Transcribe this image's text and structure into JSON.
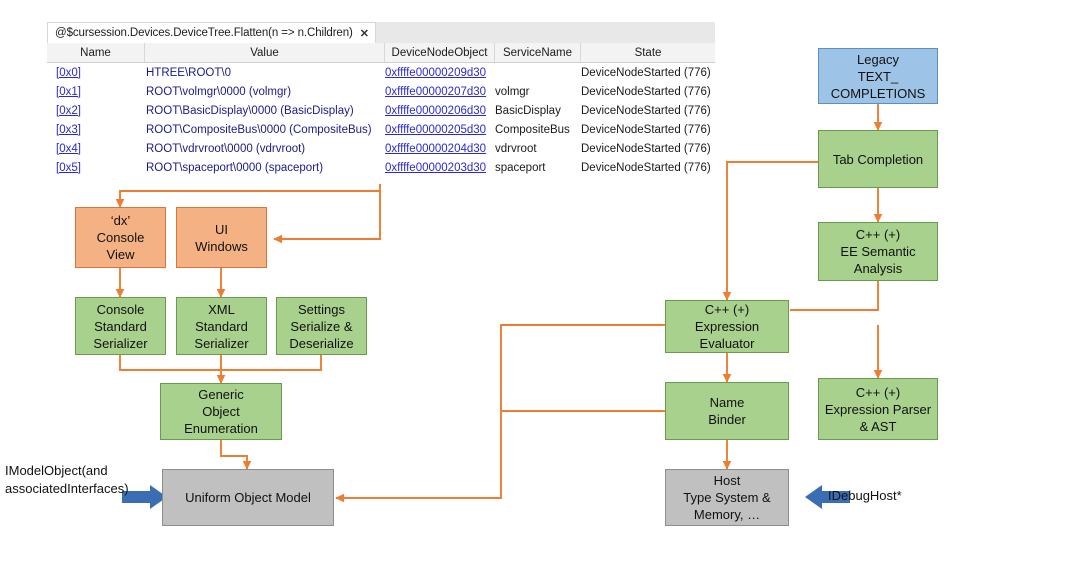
{
  "panel": {
    "tab": {
      "title": "@$cursession.Devices.DeviceTree.Flatten(n => n.Children)",
      "close": "✕"
    },
    "columns": [
      "Name",
      "Value",
      "DeviceNodeObject",
      "ServiceName",
      "State"
    ],
    "rows": [
      {
        "name": "[0x0]",
        "value": "HTREE\\ROOT\\0",
        "node": "0xffffe00000209d30",
        "service": "",
        "state": "DeviceNodeStarted (776)"
      },
      {
        "name": "[0x1]",
        "value": "ROOT\\volmgr\\0000 (volmgr)",
        "node": "0xffffe00000207d30",
        "service": "volmgr",
        "state": "DeviceNodeStarted (776)"
      },
      {
        "name": "[0x2]",
        "value": "ROOT\\BasicDisplay\\0000 (BasicDisplay)",
        "node": "0xffffe00000206d30",
        "service": "BasicDisplay",
        "state": "DeviceNodeStarted (776)"
      },
      {
        "name": "[0x3]",
        "value": "ROOT\\CompositeBus\\0000 (CompositeBus)",
        "node": "0xffffe00000205d30",
        "service": "CompositeBus",
        "state": "DeviceNodeStarted (776)"
      },
      {
        "name": "[0x4]",
        "value": "ROOT\\vdrvroot\\0000 (vdrvroot)",
        "node": "0xffffe00000204d30",
        "service": "vdrvroot",
        "state": "DeviceNodeStarted (776)"
      },
      {
        "name": "[0x5]",
        "value": "ROOT\\spaceport\\0000 (spaceport)",
        "node": "0xffffe00000203d30",
        "service": "spaceport",
        "state": "DeviceNodeStarted (776)"
      }
    ]
  },
  "diagram": {
    "boxes": {
      "dx_console_view": {
        "lines": [
          "‘dx’",
          "Console",
          "View"
        ]
      },
      "ui_windows": {
        "lines": [
          "UI",
          "Windows"
        ]
      },
      "console_serializer": {
        "lines": [
          "Console",
          "Standard",
          "Serializer"
        ]
      },
      "xml_serializer": {
        "lines": [
          "XML",
          "Standard",
          "Serializer"
        ]
      },
      "settings_serialize": {
        "lines": [
          "Settings",
          "Serialize &",
          "Deserialize"
        ]
      },
      "generic_object_enum": {
        "lines": [
          "Generic",
          "Object",
          "Enumeration"
        ]
      },
      "uniform_object_model": {
        "lines": [
          "Uniform Object Model"
        ]
      },
      "legacy_text_completions": {
        "lines": [
          "Legacy",
          "TEXT_",
          "COMPLETIONS"
        ]
      },
      "tab_completion": {
        "lines": [
          "Tab Completion"
        ]
      },
      "ee_semantic_analysis": {
        "lines": [
          "C++ (+)",
          "EE Semantic",
          "Analysis"
        ]
      },
      "expression_evaluator": {
        "lines": [
          "C++ (+)",
          "Expression",
          "Evaluator"
        ]
      },
      "expression_parser_ast": {
        "lines": [
          "C++ (+)",
          "Expression Parser",
          "& AST"
        ]
      },
      "name_binder": {
        "lines": [
          "Name",
          "Binder"
        ]
      },
      "host_type_system": {
        "lines": [
          "Host",
          "Type System &",
          "Memory, …"
        ]
      }
    },
    "labels": {
      "imodelobject": [
        "IModelObject",
        "(and associated",
        "Interfaces)"
      ],
      "idebughost": "IDebugHost*"
    },
    "colors": {
      "green_fill": "#a9d18e",
      "green_stroke": "#6a9a4b",
      "orange_fill": "#f4b183",
      "orange_stroke": "#d9743a",
      "blue_fill": "#9dc3e6",
      "blue_stroke": "#5b8fc0",
      "gray_fill": "#c0c0c0",
      "gray_stroke": "#8e8e8e",
      "connector": "#ed7d31",
      "api_arrow": "#3b6db5"
    }
  }
}
